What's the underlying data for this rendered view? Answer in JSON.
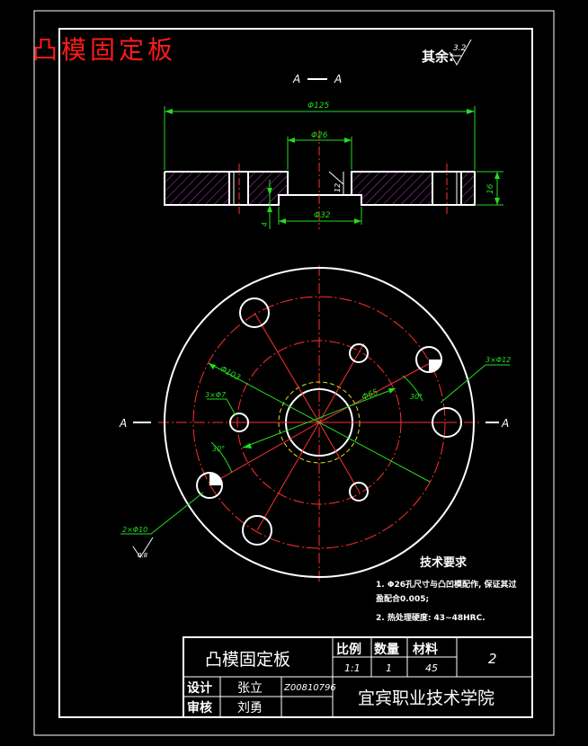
{
  "drawing": {
    "title": "凸模固定板",
    "roughness_note": "其余:",
    "roughness_value": "3.2",
    "section_label_left": "A",
    "section_label_right": "A",
    "plan_section_left": "A",
    "plan_section_right": "A"
  },
  "section_view": {
    "dim_overall_dia": "Φ125",
    "dim_bore_dia": "Φ26",
    "dim_recess_dia": "Φ32",
    "dim_thickness": "16",
    "dim_recess_depth": "4",
    "dim_bore_height": "12"
  },
  "plan_view": {
    "dim_outer_pcd": "Φ103",
    "dim_inner_pcd": "Φ65",
    "dim_small_holes": "3×Φ7",
    "dim_large_holes": "3×Φ12",
    "dim_angle_left": "30°",
    "dim_angle_right": "30°",
    "dim_pin_holes": "2×Φ10",
    "dim_pin_roughness": "0.8"
  },
  "tech_requirements": {
    "heading": "技术要求",
    "line1": "1. Φ26孔尺寸与凸凹模配作, 保证其过",
    "line2": "盈配合0.005;",
    "line3": "2. 热处理硬度: 43~48HRC."
  },
  "title_block": {
    "part_name": "凸模固定板",
    "scale_label": "比例",
    "qty_label": "数量",
    "material_label": "材料",
    "scale_value": "1:1",
    "qty_value": "1",
    "material_value": "45",
    "sheet_no": "2",
    "design_label": "设计",
    "designer": "张立",
    "drawing_no": "Z00810796",
    "review_label": "审核",
    "reviewer": "刘勇",
    "school": "宜宾职业技术学院"
  }
}
